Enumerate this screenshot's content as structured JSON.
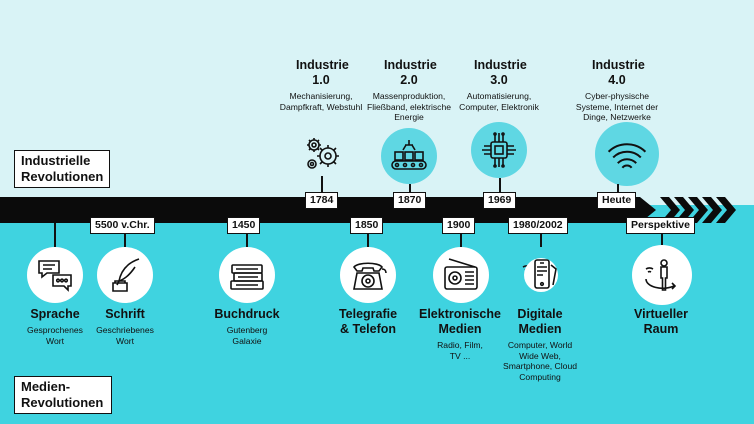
{
  "labels": {
    "industrial": "Industrielle Revolutionen",
    "media": "Medien-Revolutionen"
  },
  "industry": [
    {
      "title": "Industrie 1.0",
      "desc": "Mechanisierung, Dampfkraft, Webstuhl",
      "year": "1784",
      "icon": "gears-icon"
    },
    {
      "title": "Industrie 2.0",
      "desc": "Massenproduktion, Fließband, elektrische Energie",
      "year": "1870",
      "icon": "conveyor-belt-icon"
    },
    {
      "title": "Industrie 3.0",
      "desc": "Automatisierung, Computer, Elektronik",
      "year": "1969",
      "icon": "microchip-icon"
    },
    {
      "title": "Industrie 4.0",
      "desc": "Cyber-physische Systeme, Internet der Dinge, Netzwerke",
      "year": "Heute",
      "icon": "wifi-icon"
    }
  ],
  "media": [
    {
      "title": "Sprache",
      "desc": "Gesprochenes Wort",
      "year": "",
      "icon": "speech-bubble-icon"
    },
    {
      "title": "Schrift",
      "desc": "Geschriebenes Wort",
      "year": "5500 v.Chr.",
      "icon": "quill-ink-icon"
    },
    {
      "title": "Buchdruck",
      "desc": "Gutenberg Galaxie",
      "year": "1450",
      "icon": "books-icon"
    },
    {
      "title": "Telegrafie & Telefon",
      "desc": "",
      "year": "1850",
      "icon": "telephone-icon"
    },
    {
      "title": "Elektronische Medien",
      "desc": "Radio, Film, TV ...",
      "year": "1900",
      "icon": "radio-icon"
    },
    {
      "title": "Digitale Medien",
      "desc": "Computer, World Wide Web, Smartphone, Cloud Computing",
      "year": "1980/2002",
      "icon": "smartphone-icon"
    },
    {
      "title": "Virtueller Raum",
      "desc": "",
      "year": "Perspektive",
      "icon": "virtual-person-icon"
    }
  ],
  "colors": {
    "dark": "#0b0b0b",
    "cyan": "#3fd3e0",
    "light": "#d9f3f6",
    "circle_top": "#5fd7e3"
  }
}
